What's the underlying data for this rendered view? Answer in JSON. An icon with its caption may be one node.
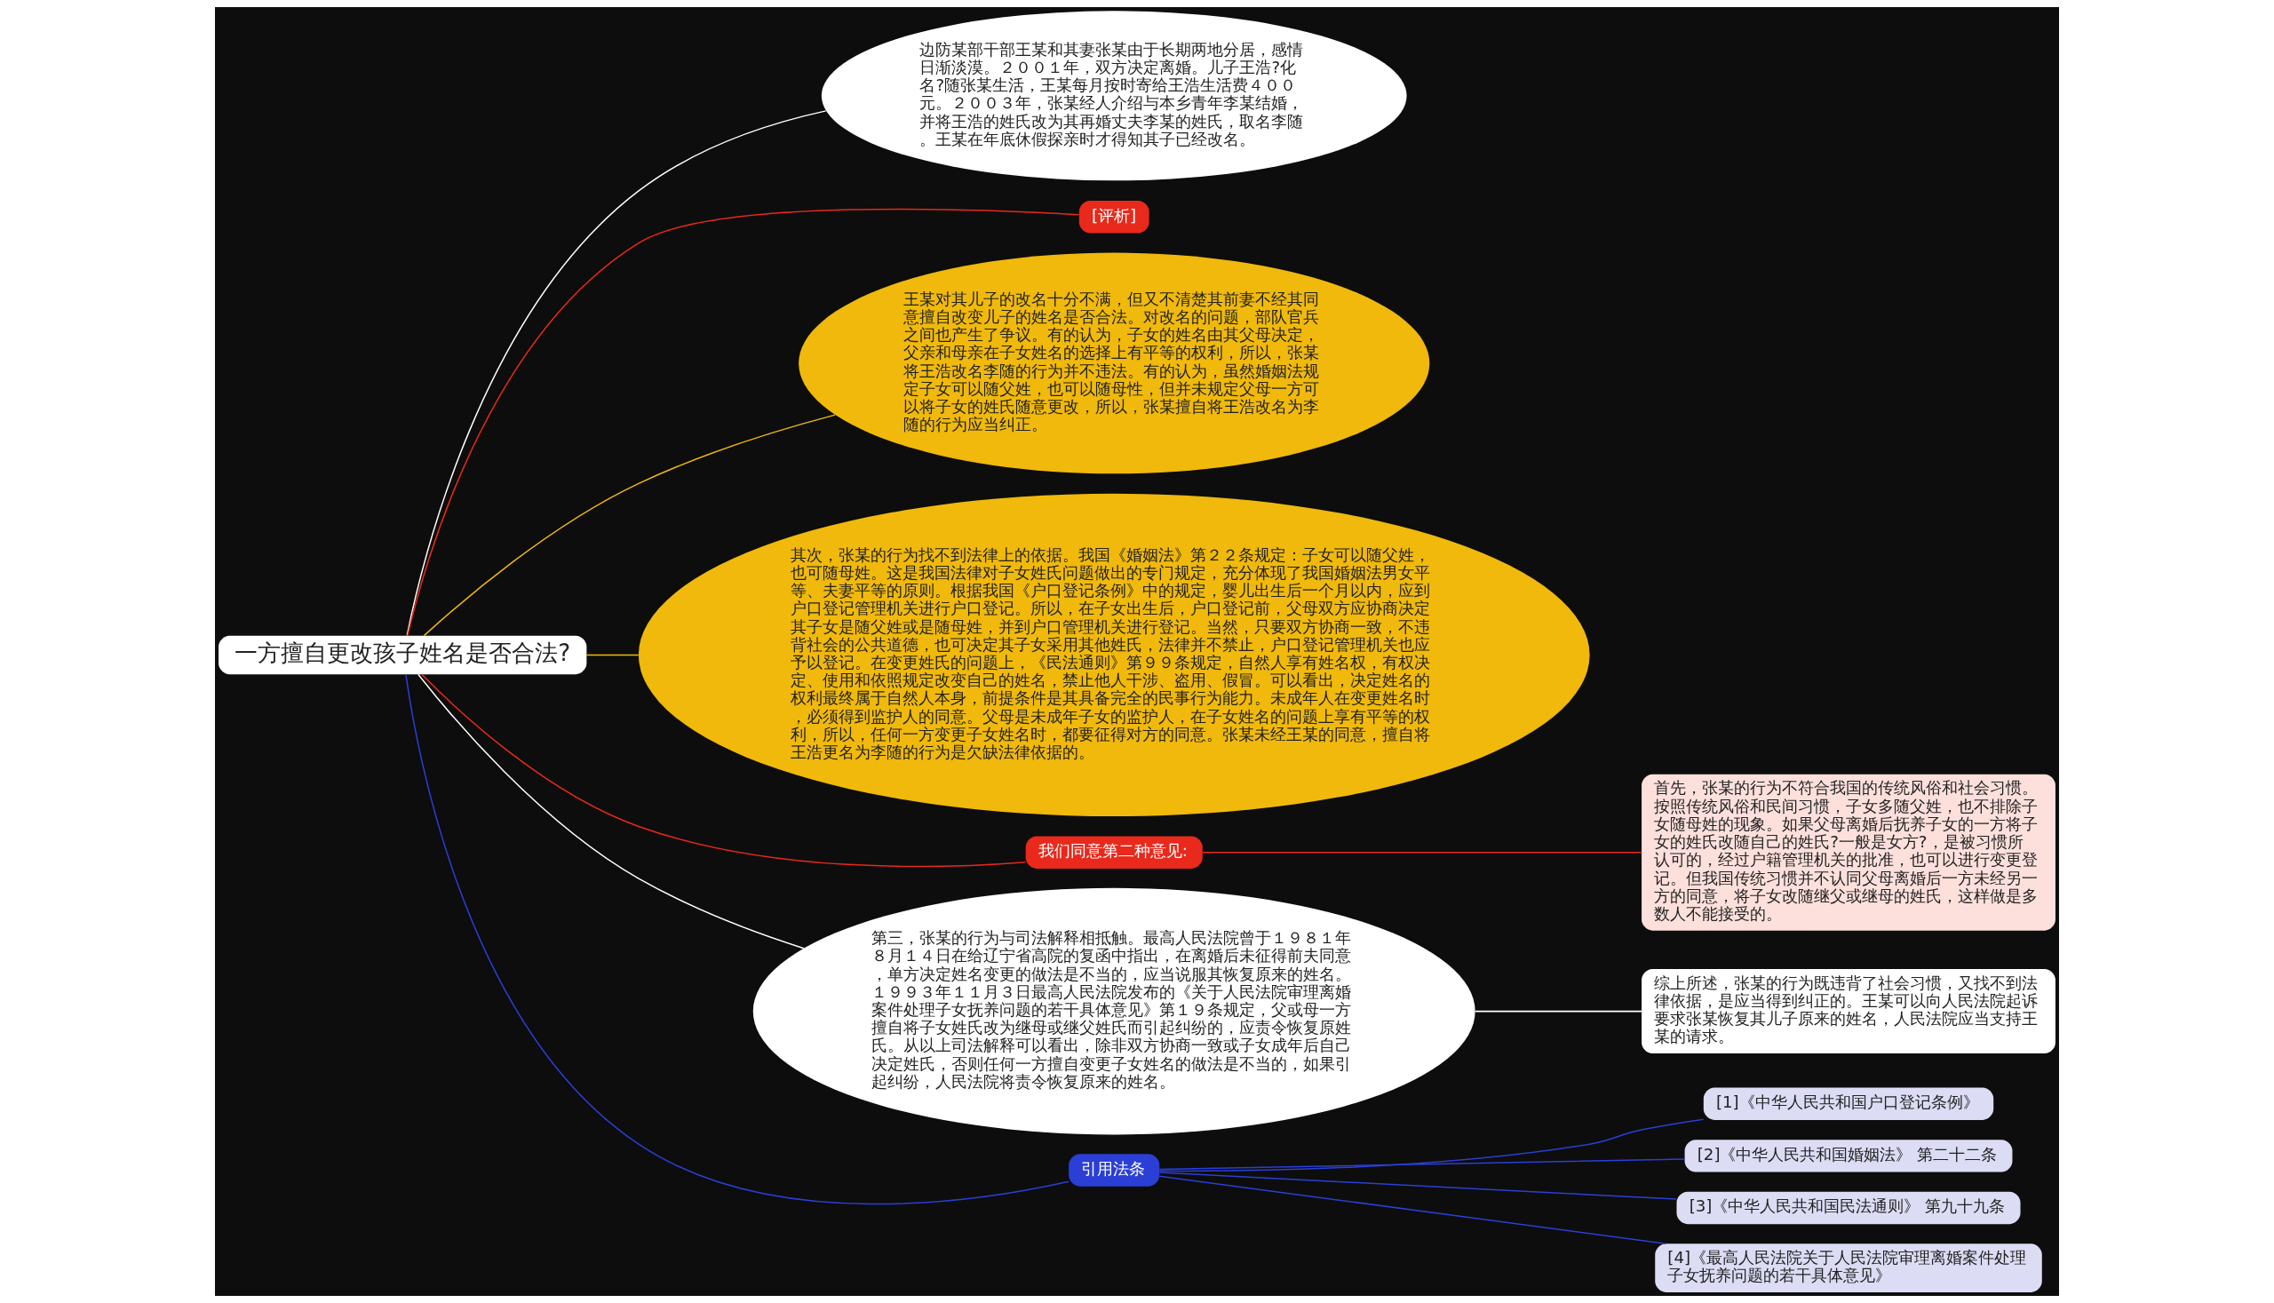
{
  "diagram": {
    "nodes": [
      {
        "text": [
          "一方擅自更改孩子姓名是否合法?"
        ]
      },
      {
        "text": [
          "边防某部干部王某和其妻张某由于长期两地分居，感情日渐淡漠。２００１年，双方决定离婚。儿子王浩?化名?随张某生活，王某每月按时寄给王浩生活费４００元。２００３年，张某经人介绍与本乡青年李某结婚，并将王浩的姓氏改为其再婚丈夫李某的姓氏，取名李随。王某在年底休假探亲时才得知其子已经改名。"
        ]
      },
      {
        "text": [
          "[评析]"
        ]
      },
      {
        "text": [
          "王某对其儿子的改名十分不满，但又不清楚其前妻不经其同意擅自改变儿子的姓名是否合法。对改名的问题，部队官兵之间也产生了争议。有的认为，子女的姓名由其父母决定，父亲和母亲在子女姓名的选择上有平等的权利，所以，张某将王浩改名李随的行为并不违法。有的认为，虽然婚姻法规定子女可以随父姓，也可以随母性，但并未规定父母一方可以将子女的姓氏随意更改，所以，张某擅自将王浩改名为李随的行为应当纠正。"
        ]
      },
      {
        "text": [
          "其次，张某的行为找不到法律上的依据。我国《婚姻法》第２２条规定：子女可以随父姓，也可随母姓。这是我国法律对子女姓氏问题做出的专门规定，充分体现了我国婚姻法男女平等、夫妻平等的原则。根据我国《户口登记条例》中的规定，婴儿出生后一个月以内，应到户口登记管理机关进行户口登记。所以，在子女出生后，户口登记前，父母双方应协商决定其子女是随父姓或是随母姓，并到户口管理机关进行登记。当然，只要双方协商一致，不违背社会的公共道德，也可决定其子女采用其他姓氏，法律并不禁止，户口登记管理机关也应予以登记。在变更姓氏的问题上，《民法通则》第９９条规定，自然人享有姓名权，有权决定、使用和依照规定改变自己的姓名，禁止他人干涉、盗用、假冒。可以看出，决定姓名的权利最终属于自然人本身，前提条件是其具备完全的民事行为能力。未成年人在变更姓名时，必须得到监护人的同意。父母是未成年子女的监护人，在子女姓名的问题上享有平等的权利，所以，任何一方变更子女姓名时，都要征得对方的同意。张某未经王某的同意，擅自将王浩更名为李随的行为是欠缺法律依据的。"
        ]
      },
      {
        "text": [
          "我们同意第二种意见:"
        ]
      },
      {
        "text": [
          "首先，张某的行为不符合我国的传统风俗和社会习惯。按照传统风俗和民间习惯，子女多随父姓，也不排除子女随母姓的现象。如果父母离婚后抚养子女的一方将子女的姓氏改随自己的姓氏?一般是女方?，是被习惯所认可的，经过户籍管理机关的批准，也可以进行变更登记。但我国传统习惯并不认同父母离婚后一方未经另一方的同意，将子女改随继父或继母的姓氏，这样做是多数人不能接受的。"
        ]
      },
      {
        "text": [
          "第三，张某的行为与司法解释相抵触。最高人民法院曾于１９８１年８月１４日在给辽宁省高院的复函中指出，在离婚后未征得前夫同意，单方决定姓名变更的做法是不当的，应当说服其恢复原来的姓名。１９９３年１１月３日最高人民法院发布的《关于人民法院审理离婚案件处理子女抚养问题的若干具体意见》第１９条规定，父或母一方擅自将子女姓氏改为继母或继父姓氏而引起纠纷的，应责令恢复原姓氏。从以上司法解释可以看出，除非双方协商一致或子女成年后自己决定姓氏，否则任何一方擅自变更子女姓名的做法是不当的，如果引起纠纷，人民法院将责令恢复原来的姓名。"
        ]
      },
      {
        "text": [
          "综上所述，张某的行为既违背了社会习惯，又找不到法律依据，是应当得到纠正的。王某可以向人民法院起诉要求张某恢复其儿子原来的姓名，人民法院应当支持王某的请求。"
        ]
      },
      {
        "text": [
          "引用法条"
        ]
      },
      {
        "text": [
          "[1]《中华人民共和国户口登记条例》"
        ]
      },
      {
        "text": [
          "[2]《中华人民共和国婚姻法》 第二十二条"
        ]
      },
      {
        "text": [
          "[3]《中华人民共和国民法通则》 第九十九条"
        ]
      },
      {
        "text": [
          "[4]《最高人民法院关于人民法院审理离婚案件处理子女抚养问题的若干具体意见》"
        ]
      }
    ],
    "edges": [
      {
        "from": 0,
        "to": 1,
        "arrow": "none",
        "color": "#ffffff"
      },
      {
        "from": 0,
        "to": 2,
        "arrow": "none",
        "color": "#e8291c"
      },
      {
        "from": 0,
        "to": 3,
        "arrow": "none",
        "color": "#f0b90b"
      },
      {
        "from": 0,
        "to": 4,
        "arrow": "none",
        "color": "#f0b90b"
      },
      {
        "from": 0,
        "to": 5,
        "arrow": "none",
        "color": "#e8291c"
      },
      {
        "from": 5,
        "to": 6,
        "arrow": "none",
        "color": "#e8291c"
      },
      {
        "from": 0,
        "to": 7,
        "arrow": "none",
        "color": "#ffffff"
      },
      {
        "from": 7,
        "to": 8,
        "arrow": "none",
        "color": "#ffffff"
      },
      {
        "from": 0,
        "to": 9,
        "arrow": "none"
      },
      {
        "from": 9,
        "to": 10,
        "arrow": "none"
      },
      {
        "from": 9,
        "to": 11,
        "arrow": "none"
      },
      {
        "from": 9,
        "to": 12,
        "arrow": "none"
      },
      {
        "from": 9,
        "to": 13,
        "arrow": "none"
      }
    ]
  }
}
